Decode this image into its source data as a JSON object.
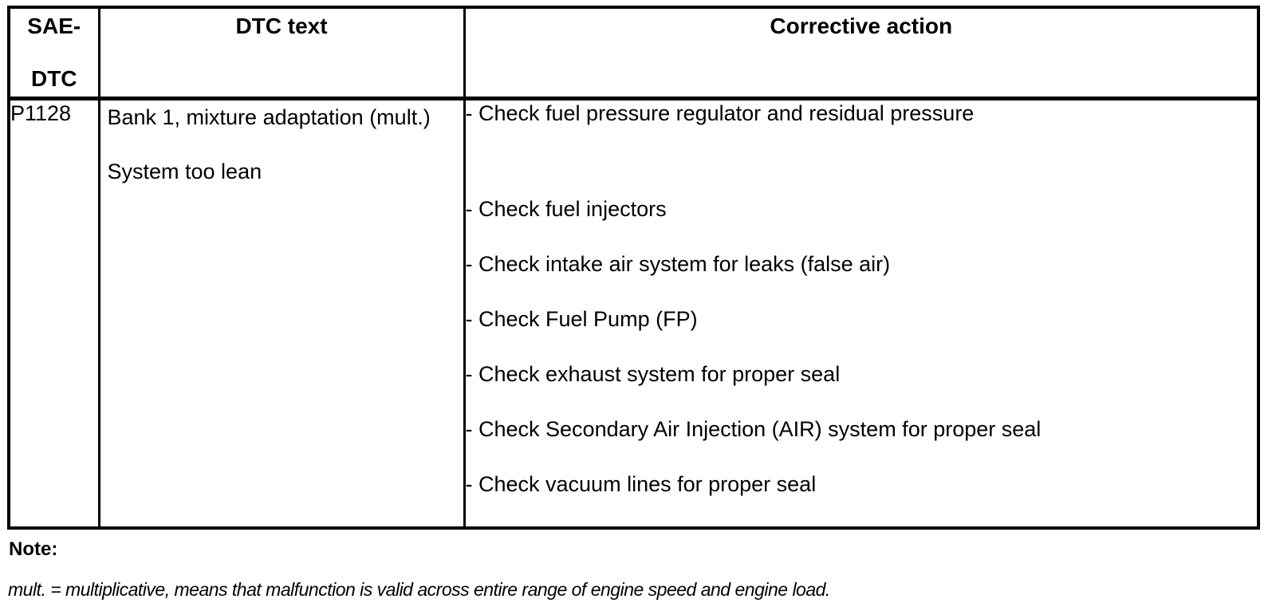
{
  "table": {
    "columns": {
      "sae_dtc": {
        "label_line1": "SAE-",
        "label_line2": "DTC"
      },
      "dtc_text": {
        "label": "DTC text"
      },
      "corrective_action": {
        "label": "Corrective action"
      }
    },
    "rows": [
      {
        "sae_dtc": "P1128",
        "dtc_text_lines": [
          "Bank 1, mixture adaptation (mult.)",
          "System too lean"
        ],
        "corrective_actions": [
          "- Check fuel pressure regulator and residual pressure",
          "- Check fuel injectors",
          "- Check intake air system for leaks (false air)",
          "- Check Fuel Pump (FP)",
          "- Check exhaust system for proper seal",
          "- Check Secondary Air Injection (AIR) system for proper seal",
          "- Check vacuum lines for proper seal"
        ]
      }
    ]
  },
  "note": {
    "label": "Note:",
    "text": "mult. = multiplicative, means that malfunction is valid across entire range of engine speed and engine load."
  },
  "colors": {
    "background": "#ffffff",
    "border": "#000000",
    "text": "#000000"
  }
}
